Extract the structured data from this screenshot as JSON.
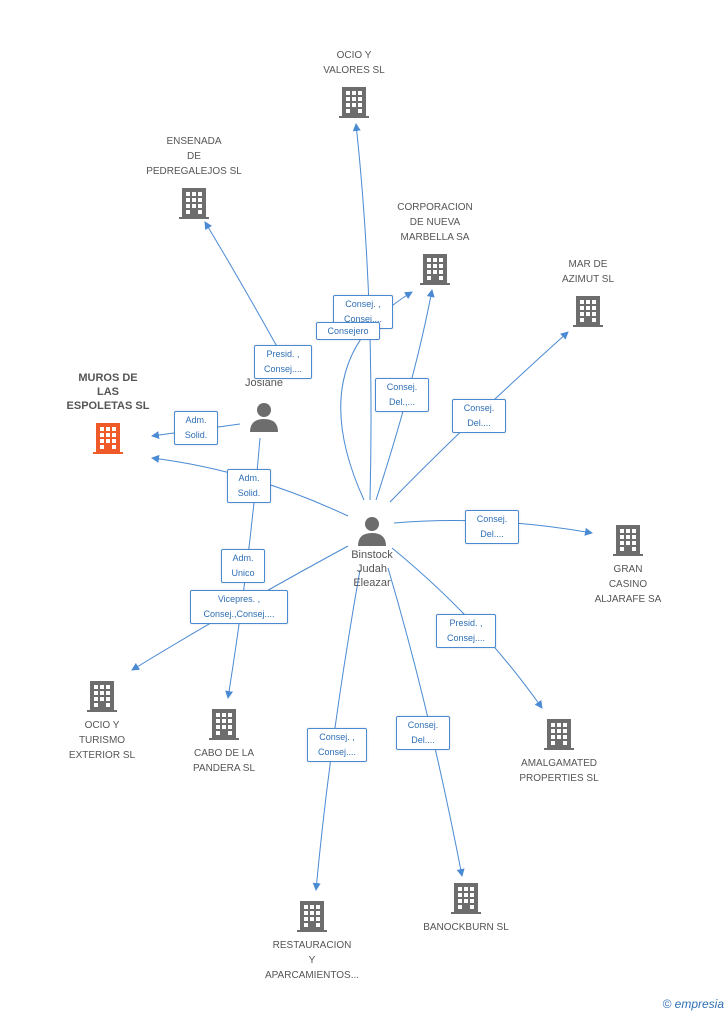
{
  "nodes": {
    "focus": "MUROS DE\nLAS\nESPOLETAS SL",
    "person_rio": "Ri...\nJosiane",
    "person_binstock": "Binstock\nJudah\nEleazar",
    "ocio_valores": "OCIO Y\nVALORES SL",
    "ensenada": "ENSENADA\nDE\nPEDREGALEJOS SL",
    "corporacion": "CORPORACION\nDE NUEVA\nMARBELLA SA",
    "mar_azimut": "MAR DE\nAZIMUT SL",
    "gran_casino": "GRAN\nCASINO\nALJARAFE SA",
    "amalgamated": "AMALGAMATED\nPROPERTIES  SL",
    "banockburn": "BANOCKBURN SL",
    "restauracion": "RESTAURACION\nY\nAPARCAMIENTOS...",
    "cabo": "CABO DE LA\nPANDERA SL",
    "ocio_turismo": "OCIO Y\nTURISMO\nEXTERIOR  SL"
  },
  "edge_labels": {
    "rio_focus": "Adm.\nSolid.",
    "bin_focus": "Adm.\nSolid.",
    "rio_cabo": "Adm.\nUnico",
    "rio_ensenada": "Presid. ,\nConsej....",
    "bin_corporacion": "Consej. ,\nConsej....",
    "bin_ocio_valores": "Consejero",
    "bin_corporacion2": "Consej.\nDel.,...",
    "bin_mar_azimut": "Consej.\nDel....",
    "bin_gran_casino": "Consej.\nDel....",
    "bin_amalgamated": "Presid. ,\nConsej....",
    "bin_banockburn": "Consej.\nDel....",
    "bin_restauracion": "Consej. ,\nConsej....",
    "bin_ocio_turismo": "Vicepres. ,\nConsej.,Consej...."
  },
  "colors": {
    "edge": "#4a8ad3",
    "building": "#6d6d6d",
    "focus_building": "#f05a28",
    "person": "#6d6d6d"
  },
  "watermark": "©  empresia"
}
